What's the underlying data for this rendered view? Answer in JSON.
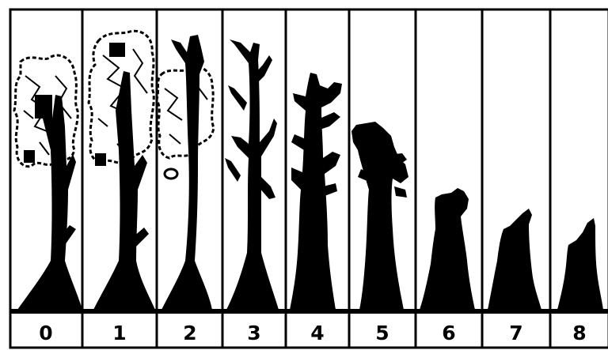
{
  "figure": {
    "type": "tree-decay-stage-classification",
    "panel_count": 9,
    "colors": {
      "ink": "#000000",
      "background": "#ffffff"
    },
    "panels": [
      {
        "stage": "0",
        "crown": "full foliage",
        "shape": "stage-0-tree-silhouette"
      },
      {
        "stage": "1",
        "crown": "full foliage",
        "shape": "stage-1-tree-silhouette"
      },
      {
        "stage": "2",
        "crown": "partial foliage",
        "shape": "stage-2-tree-silhouette"
      },
      {
        "stage": "3",
        "crown": "bare branches",
        "shape": "stage-3-snag-silhouette"
      },
      {
        "stage": "4",
        "crown": "branch stubs",
        "shape": "stage-4-snag-silhouette"
      },
      {
        "stage": "5",
        "crown": "broken top",
        "shape": "stage-5-snag-silhouette"
      },
      {
        "stage": "6",
        "crown": "none",
        "shape": "stage-6-stump-silhouette"
      },
      {
        "stage": "7",
        "crown": "none",
        "shape": "stage-7-stump-silhouette"
      },
      {
        "stage": "8",
        "crown": "none",
        "shape": "stage-8-stump-silhouette"
      }
    ]
  }
}
